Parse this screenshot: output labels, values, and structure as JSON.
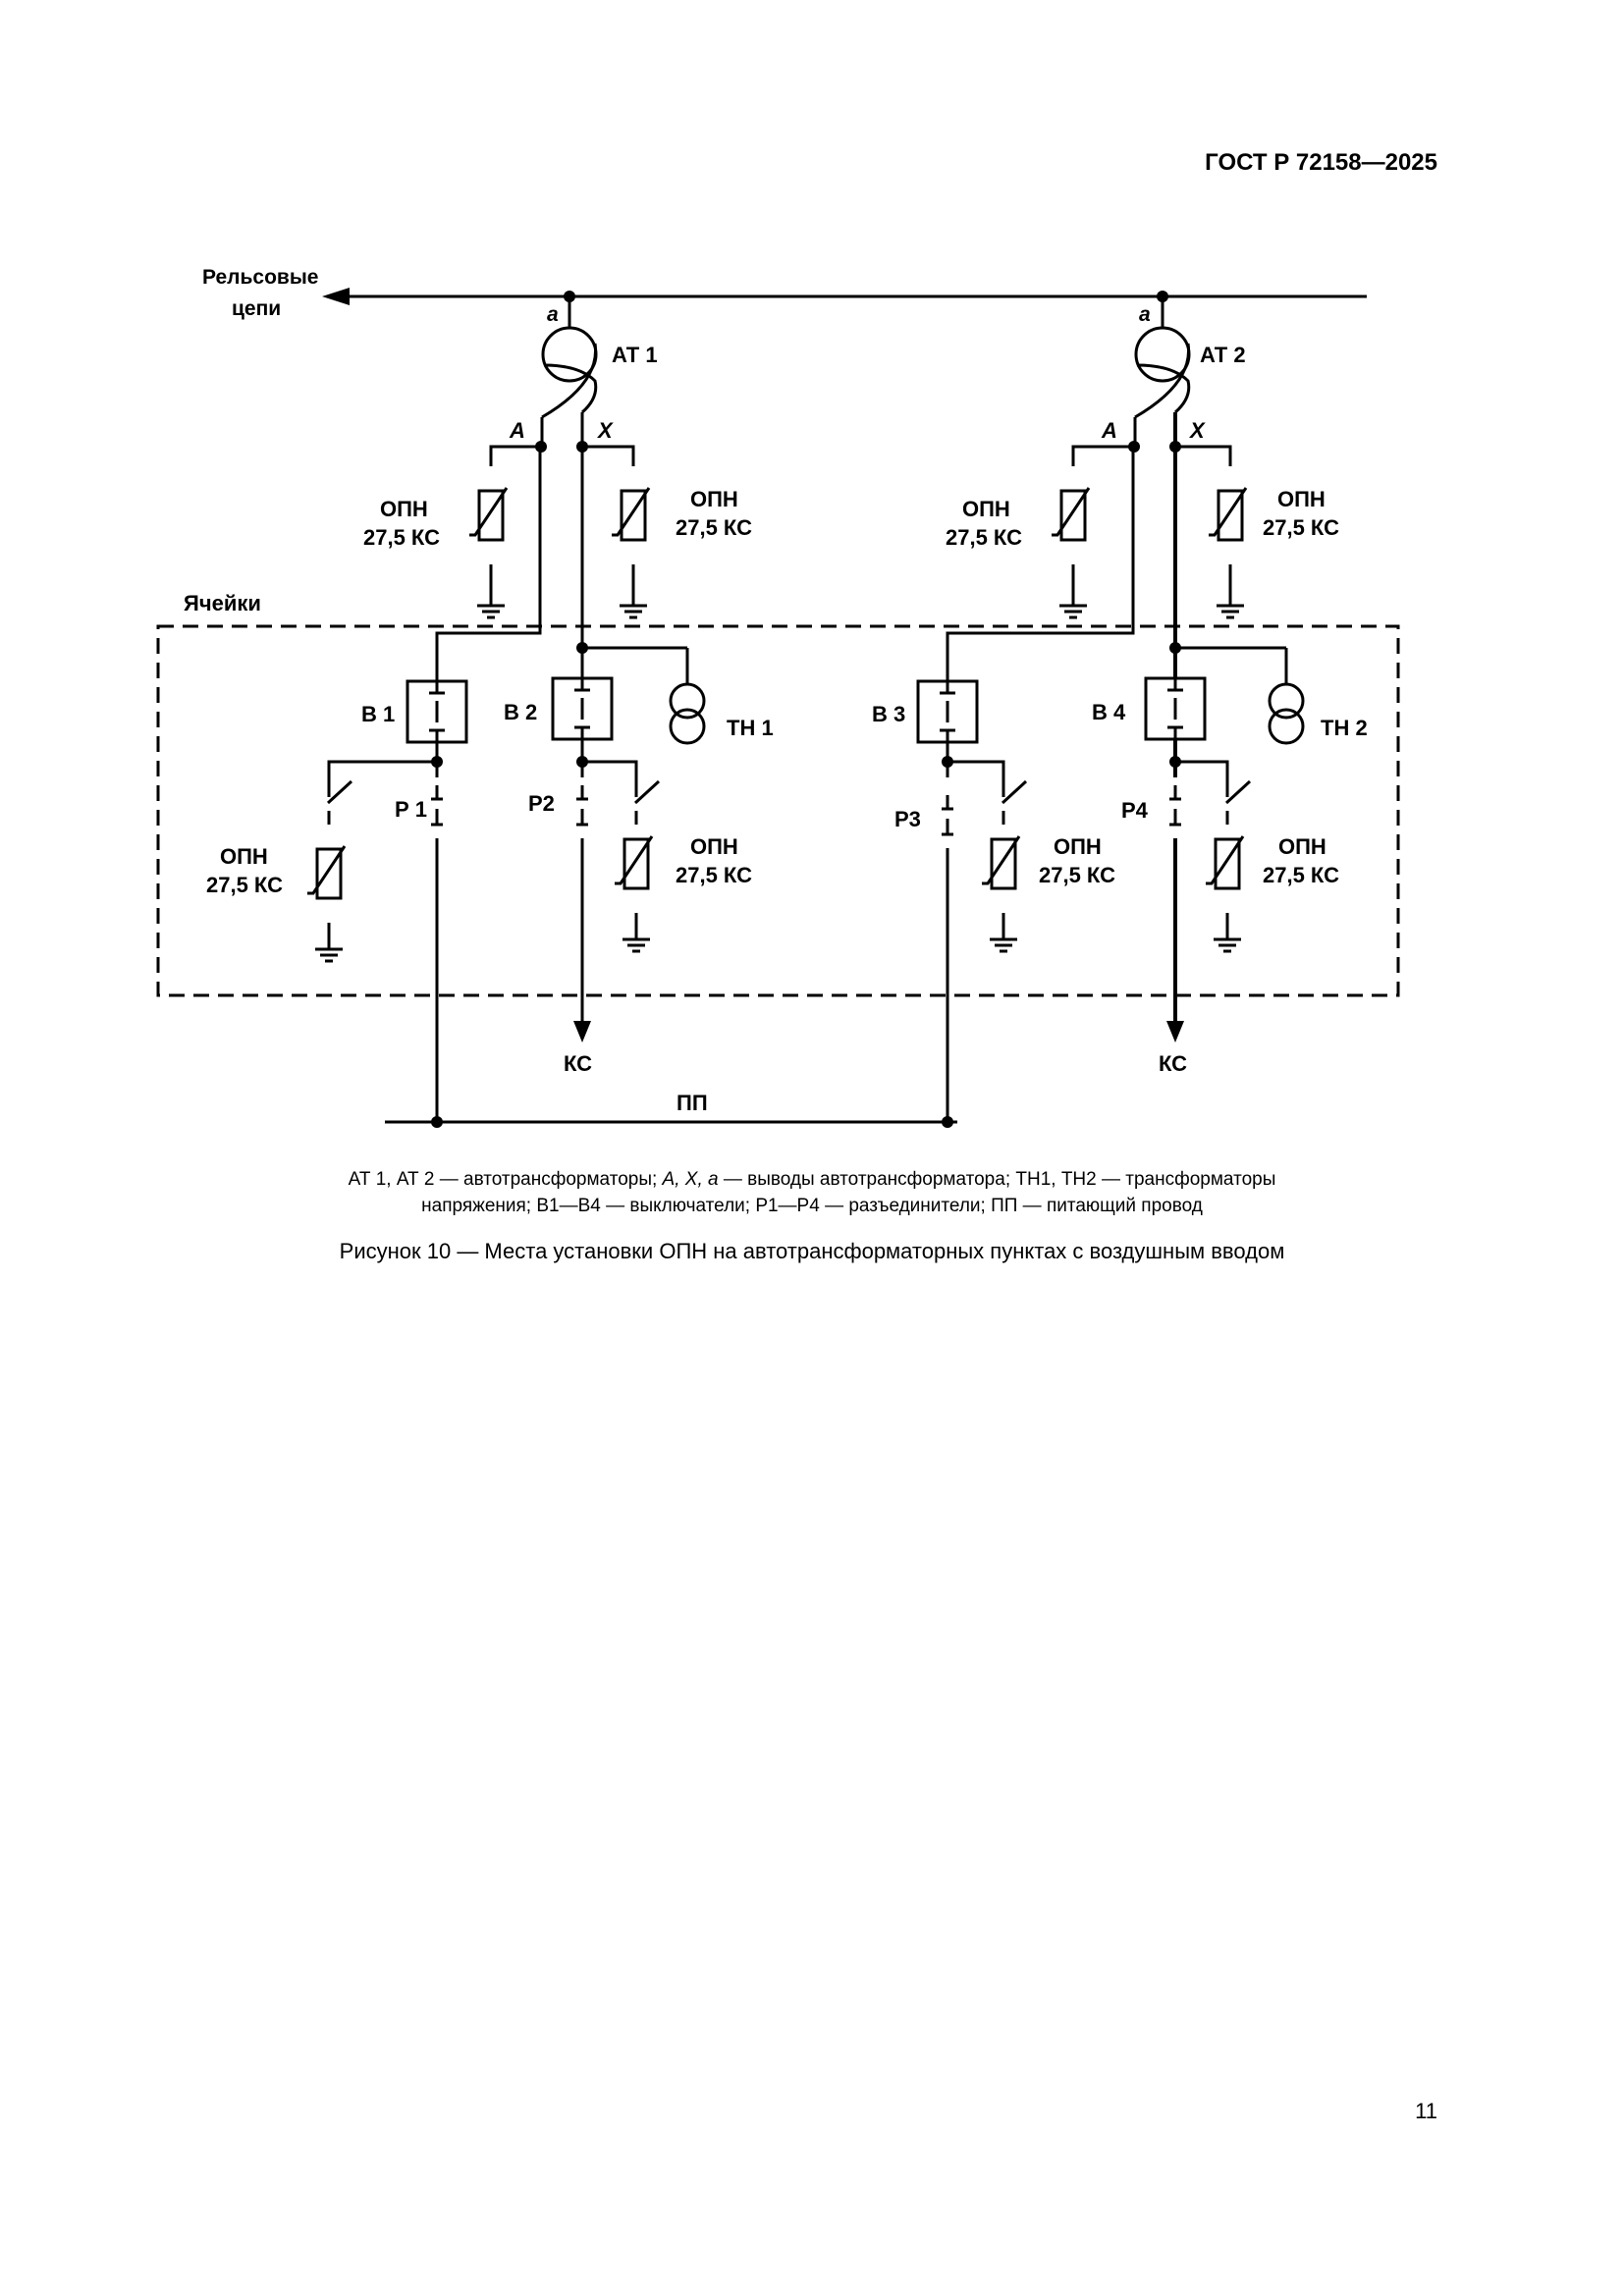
{
  "header": {
    "doc_id": "ГОСТ Р 72158—2025"
  },
  "diagram": {
    "labels": {
      "rail": "Рельсовые",
      "rail_2": "цепи",
      "cells": "Ячейки",
      "at1": "АТ 1",
      "at2": "АТ 2",
      "pin_a": "а",
      "pin_A": "А",
      "pin_X": "Х",
      "opn": "ОПН",
      "opn_rating": "27,5 КС",
      "b1": "В 1",
      "b2": "В 2",
      "b3": "В 3",
      "b4": "В 4",
      "p1": "Р 1",
      "p2": "Р2",
      "p3": "Р3",
      "p4": "Р4",
      "tn1": "ТН 1",
      "tn2": "ТН 2",
      "ks": "КС",
      "pp": "ПП"
    }
  },
  "caption": {
    "legend_1a": "АТ 1, АТ 2 — автотрансформаторы; ",
    "legend_1b": "А, Х, а",
    "legend_1c": " — выводы автотрансформатора; ТН1, ТН2 — трансформаторы",
    "legend_2": "напряжения; В1—В4 — выключатели; Р1—Р4 — разъединители; ПП — питающий провод",
    "title": "Рисунок 10 — Места установки ОПН на автотрансформаторных пунктах с воздушным вводом"
  },
  "page_number": "11"
}
